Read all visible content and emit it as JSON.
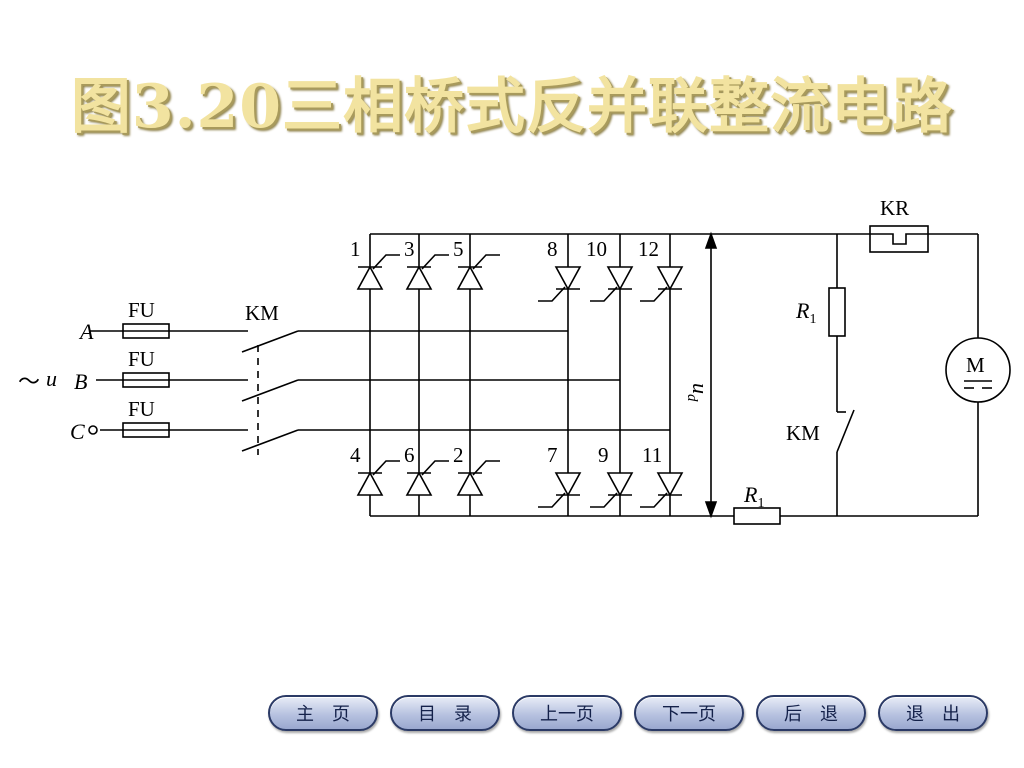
{
  "title": "图3.20三相桥式反并联整流电路",
  "diagram": {
    "source_symbol": "～",
    "source_var": "u",
    "phases": [
      "A",
      "B",
      "C"
    ],
    "fuse_label": "FU",
    "contactor_label": "KM",
    "relay_label": "KR",
    "resistor_top_main": "R",
    "resistor_top_sub": "1",
    "resistor_bottom_main": "R",
    "resistor_bottom_sub": "1",
    "contact_label": "KM",
    "voltage_main": "u",
    "voltage_sub": "d",
    "motor_label": "M",
    "thyristors_top": [
      "1",
      "3",
      "5",
      "8",
      "10",
      "12"
    ],
    "thyristors_bottom": [
      "4",
      "6",
      "2",
      "7",
      "9",
      "11"
    ]
  },
  "nav": {
    "home": "主　页",
    "contents": "目　录",
    "prev": "上一页",
    "next": "下一页",
    "back": "后　退",
    "exit": "退　出"
  }
}
